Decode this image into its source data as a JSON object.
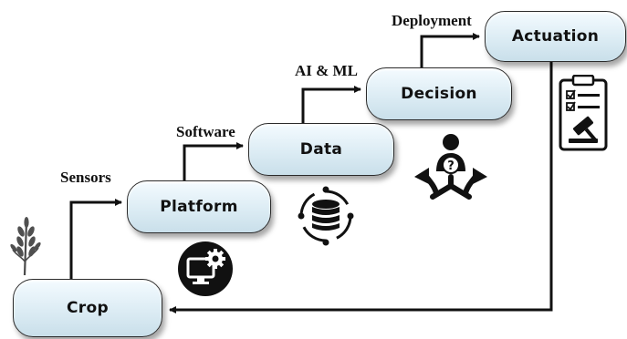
{
  "diagram": {
    "nodes": {
      "crop": "Crop",
      "platform": "Platform",
      "data": "Data",
      "decision": "Decision",
      "actuation": "Actuation"
    },
    "edge_labels": {
      "sensors": "Sensors",
      "software": "Software",
      "ai_ml": "AI & ML",
      "deployment": "Deployment"
    },
    "icons": {
      "crop": "wheat-icon",
      "platform": "computer-gear-icon",
      "data": "database-icon",
      "decision": "person-decision-icon",
      "actuation": "clipboard-gavel-icon"
    },
    "colors": {
      "node_fill": "#dcecf4",
      "node_border": "#2b2b2b",
      "connector": "#111111"
    }
  }
}
